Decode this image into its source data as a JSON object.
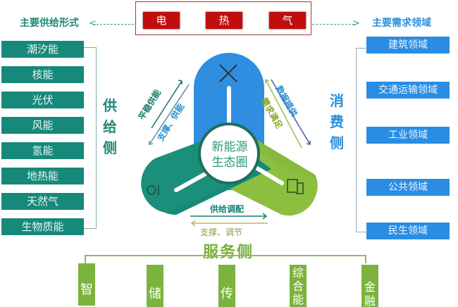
{
  "carriers": {
    "items": [
      "电",
      "热",
      "气"
    ],
    "color": "#c00d0d"
  },
  "supply": {
    "title": "主要供给形式",
    "side_label": [
      "供",
      "给",
      "侧"
    ],
    "items": [
      "潮汐能",
      "核能",
      "光伏",
      "风能",
      "氢能",
      "地热能",
      "天然气",
      "生物质能"
    ],
    "color": "#16897a"
  },
  "demand": {
    "title": "主要需求领域",
    "side_label": [
      "消",
      "费",
      "侧"
    ],
    "items": [
      "建筑领域",
      "交通运输领域",
      "工业领域",
      "公共领域",
      "民生领域"
    ],
    "color": "#2a8de3"
  },
  "center": {
    "line1": "新能源",
    "line2": "生态圈",
    "arrows": {
      "left_outer": "平稳供能",
      "left_inner": "支撑、供能",
      "right_outer": "数据提供",
      "right_inner": "需求满足",
      "bottom_top": "供给调配",
      "bottom_bottom": "支撑、调节"
    },
    "icons": {
      "top": "tools-icon",
      "left": "energy-meter-icon",
      "right": "building-map-icon"
    }
  },
  "service": {
    "title": "服务侧",
    "items": [
      "智",
      "储",
      "传",
      "综合能",
      "金融"
    ],
    "color": "#7cb33e"
  }
}
